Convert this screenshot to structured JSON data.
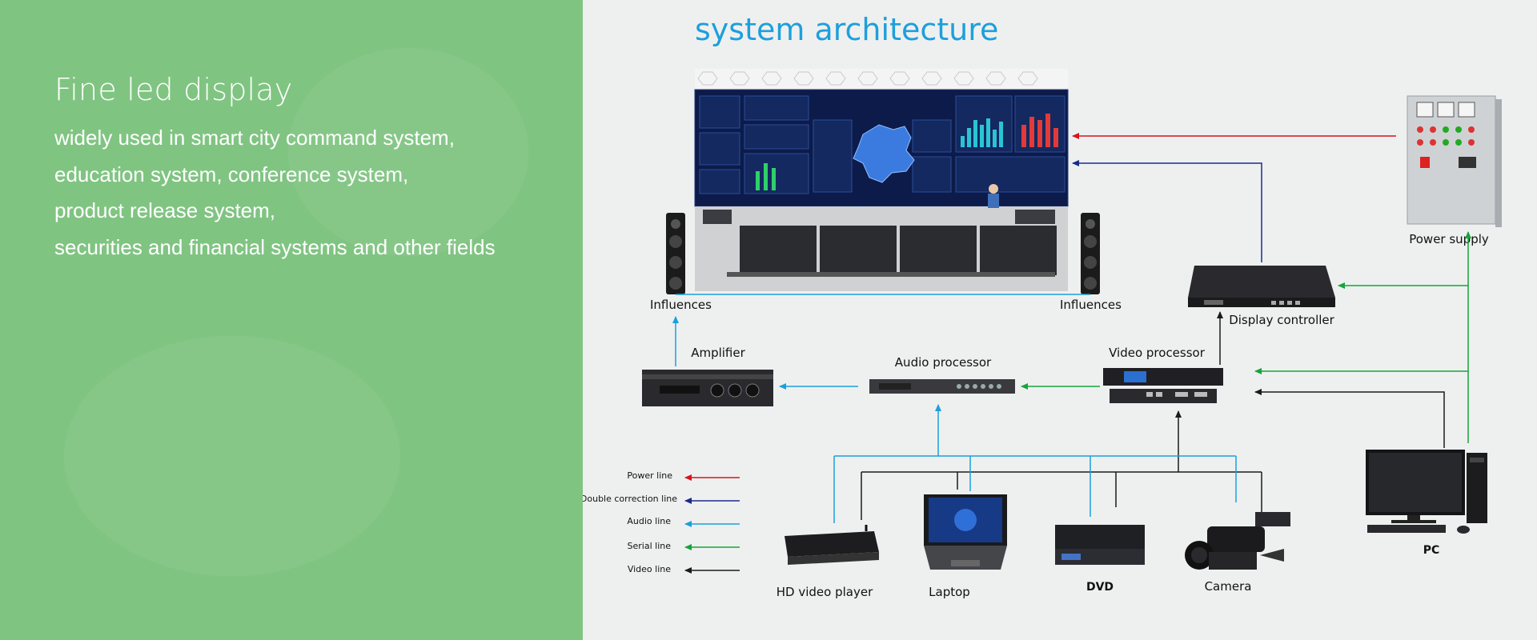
{
  "intro": {
    "heading": "Fine led display",
    "lines": [
      "widely used in smart city command system,",
      "education system, conference system,",
      "product release system,",
      "securities and financial systems and other fields"
    ]
  },
  "diagram": {
    "title": "system architecture",
    "nodes": {
      "speaker_left": "Influences",
      "speaker_right": "Influences",
      "power_supply": "Power supply",
      "display_controller": "Display controller",
      "amplifier": "Amplifier",
      "audio_processor": "Audio processor",
      "video_processor": "Video processor",
      "hd_video_player": "HD video player",
      "laptop": "Laptop",
      "dvd": "DVD",
      "camera": "Camera",
      "pc": "PC"
    },
    "legend": [
      {
        "label": "Power line",
        "color": "#d7141e"
      },
      {
        "label": "Double correction line",
        "color": "#1c2a8c"
      },
      {
        "label": "Audio line",
        "color": "#1aa0dc"
      },
      {
        "label": "Serial line",
        "color": "#17a43b"
      },
      {
        "label": "Video line",
        "color": "#1a1a1a"
      }
    ],
    "colors": {
      "power": "#d7141e",
      "correction": "#1c2a8c",
      "audio": "#1aa0dc",
      "serial": "#17a43b",
      "video": "#1a1a1a",
      "title": "#1e9fdc",
      "left_panel": "#80c482"
    }
  }
}
